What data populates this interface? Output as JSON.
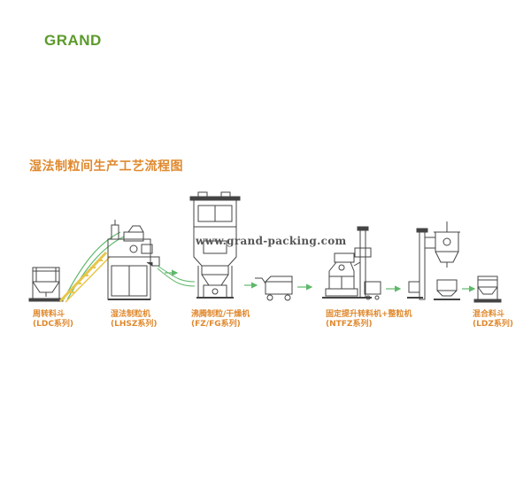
{
  "logo_text": "GRAND",
  "title": "湿法制粒间生产工艺流程图",
  "watermark": "www.grand-packing.com",
  "colors": {
    "accent": "#e0892e",
    "logo": "#5a9a2a",
    "flow_arrow": "#5fb86a",
    "line": "#444444"
  },
  "stations": [
    {
      "name": "周转料斗",
      "model": "(LDC系列)"
    },
    {
      "name": "湿法制粒机",
      "model": "(LHSZ系列)"
    },
    {
      "name": "沸腾制粒/干燥机",
      "model": "(FZ/FG系列)"
    },
    {
      "name": "固定提升转料机+整粒机",
      "model": "(NTFZ系列)"
    },
    {
      "name": "混合料斗",
      "model": "(LDZ系列)"
    }
  ]
}
